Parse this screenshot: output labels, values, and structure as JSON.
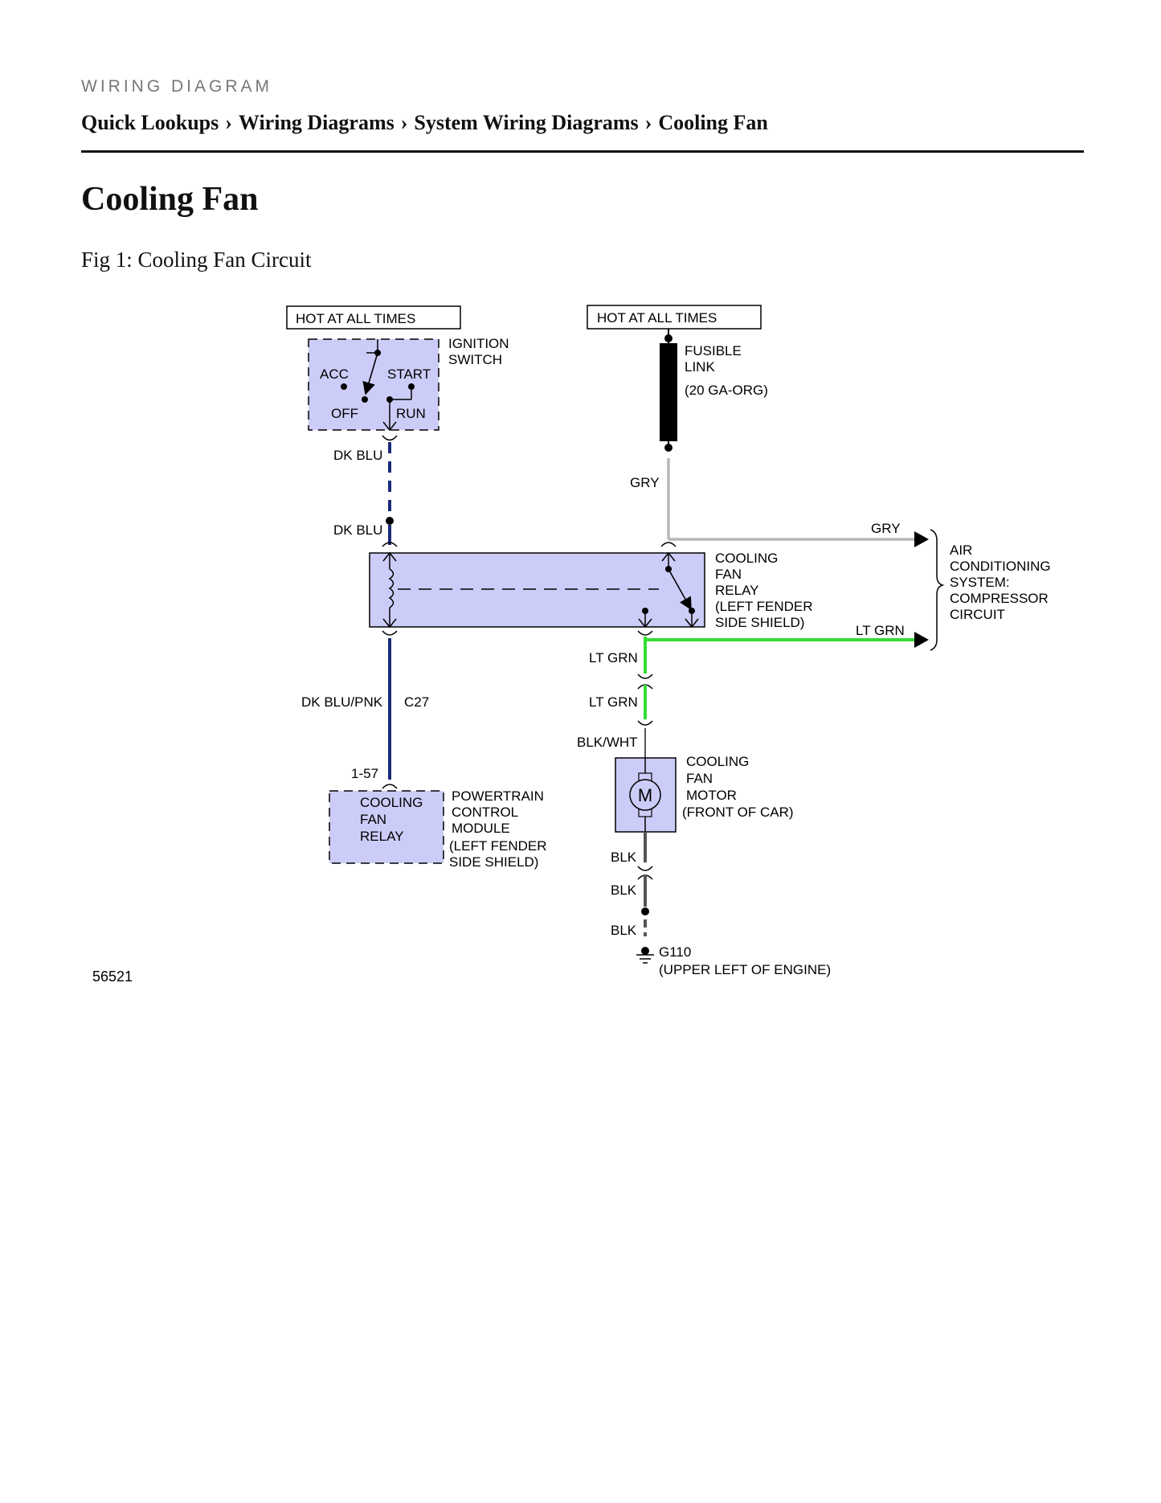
{
  "header": {
    "kicker": "WIRING DIAGRAM",
    "breadcrumb": [
      "Quick Lookups",
      "Wiring Diagrams",
      "System Wiring Diagrams",
      "Cooling Fan"
    ],
    "separator": "›"
  },
  "page_title": "Cooling Fan",
  "figure": {
    "caption": "Fig 1: Cooling Fan Circuit",
    "id": "56521"
  },
  "diagram": {
    "power_left": "HOT AT ALL TIMES",
    "power_right": "HOT AT ALL TIMES",
    "ignition": {
      "name": [
        "IGNITION",
        "SWITCH"
      ],
      "positions": {
        "acc": "ACC",
        "start": "START",
        "off": "OFF",
        "run": "RUN"
      }
    },
    "fusible_link": {
      "name": [
        "FUSIBLE",
        "LINK"
      ],
      "spec": "(20 GA-ORG)"
    },
    "wires": {
      "dk_blu_top": "DK BLU",
      "dk_blu_bottom": "DK BLU",
      "gry_vertical": "GRY",
      "gry_horizontal": "GRY",
      "lt_grn_horizontal": "LT GRN",
      "lt_grn_1": "LT GRN",
      "lt_grn_2": "LT GRN",
      "dk_blu_pnk": "DK BLU/PNK",
      "connector_c27": "C27",
      "pin": "1-57",
      "blk_wht": "BLK/WHT",
      "blk_1": "BLK",
      "blk_2": "BLK",
      "blk_3": "BLK"
    },
    "relay": {
      "name": [
        "COOLING",
        "FAN",
        "RELAY",
        "(LEFT FENDER",
        "SIDE SHIELD)"
      ]
    },
    "ac_system": {
      "name": [
        "AIR",
        "CONDITIONING",
        "SYSTEM:",
        "COMPRESSOR",
        "CIRCUIT"
      ]
    },
    "pcm": {
      "inner": [
        "COOLING",
        "FAN",
        "RELAY"
      ],
      "name": [
        "POWERTRAIN",
        "CONTROL",
        "MODULE",
        "(LEFT FENDER",
        "SIDE SHIELD)"
      ]
    },
    "motor": {
      "symbol": "M",
      "name": [
        "COOLING",
        "FAN",
        "MOTOR",
        "(FRONT OF CAR)"
      ]
    },
    "ground": {
      "id": "G110",
      "location": "(UPPER LEFT OF ENGINE)"
    },
    "colors": {
      "component_fill": "#ccccf8",
      "dk_blu": "#1a2a7a",
      "gry": "#b8b8b8",
      "lt_grn": "#33dd33",
      "blk": "#555555"
    }
  }
}
